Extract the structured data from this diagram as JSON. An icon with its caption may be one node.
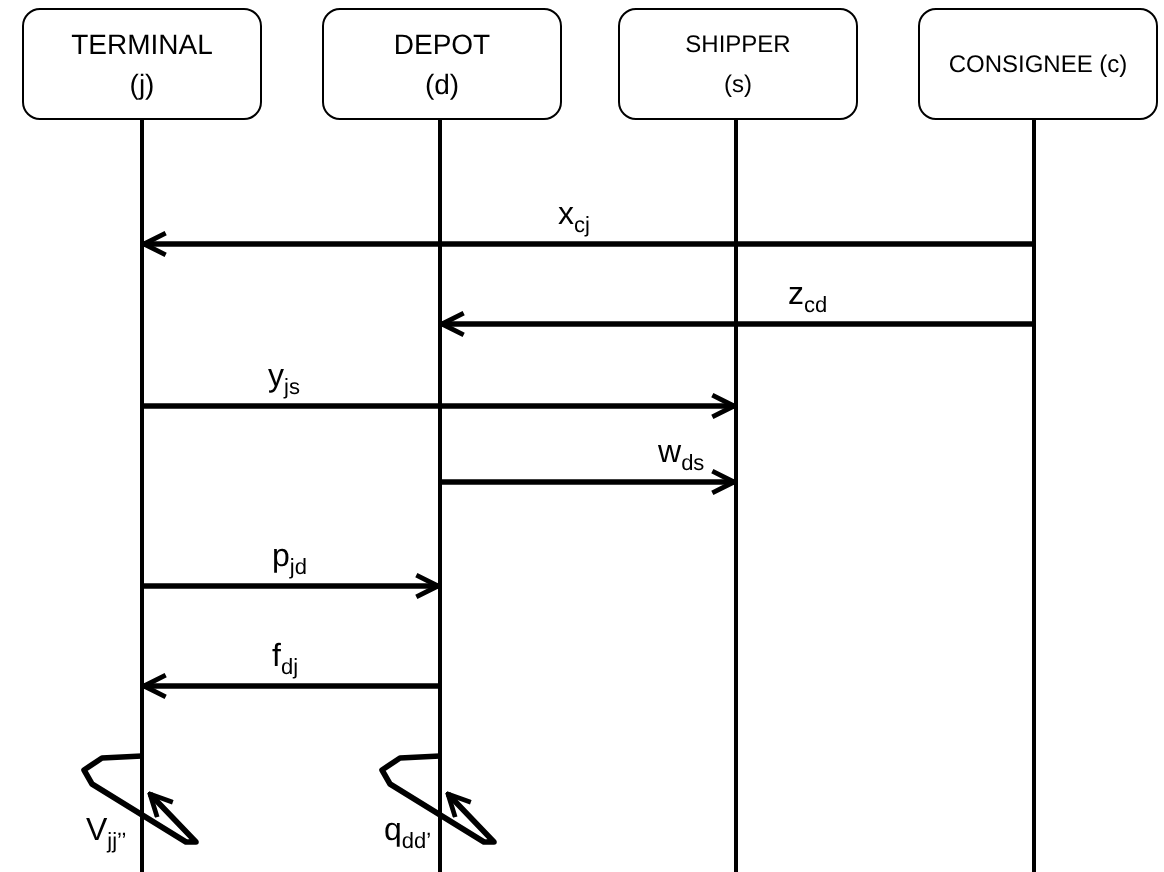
{
  "diagram": {
    "nodes": [
      {
        "text": [
          "TERMINAL (j)"
        ]
      },
      {
        "text": [
          "DEPOT (d)"
        ]
      },
      {
        "text": [
          "SHIPPER (s)"
        ]
      },
      {
        "text": [
          "CONSIGNEE (c)"
        ]
      },
      {
        "text": [],
        "shape": "bar"
      },
      {
        "text": [],
        "shape": "bar"
      },
      {
        "text": [],
        "shape": "bar"
      },
      {
        "text": [],
        "shape": "bar"
      }
    ],
    "edges": [
      {
        "from": 7,
        "to": 4,
        "arrow": "to",
        "label": "x$_{cj}$"
      },
      {
        "from": 7,
        "to": 5,
        "arrow": "to",
        "label": "z$_{cd}$"
      },
      {
        "from": 4,
        "to": 6,
        "arrow": "to",
        "label": "y$_{js}$"
      },
      {
        "from": 5,
        "to": 6,
        "arrow": "to",
        "label": "w$_{ds}$"
      },
      {
        "from": 4,
        "to": 5,
        "arrow": "to",
        "label": "p$_{jd}$"
      },
      {
        "from": 5,
        "to": 4,
        "arrow": "to",
        "label": "f$_{dj}$"
      },
      {
        "from": 4,
        "to": 4,
        "arrow": "to",
        "label": "V$_{jj’’}$"
      },
      {
        "from": 5,
        "to": 5,
        "arrow": "to",
        "label": "q$_{dd’}$"
      }
    ]
  }
}
